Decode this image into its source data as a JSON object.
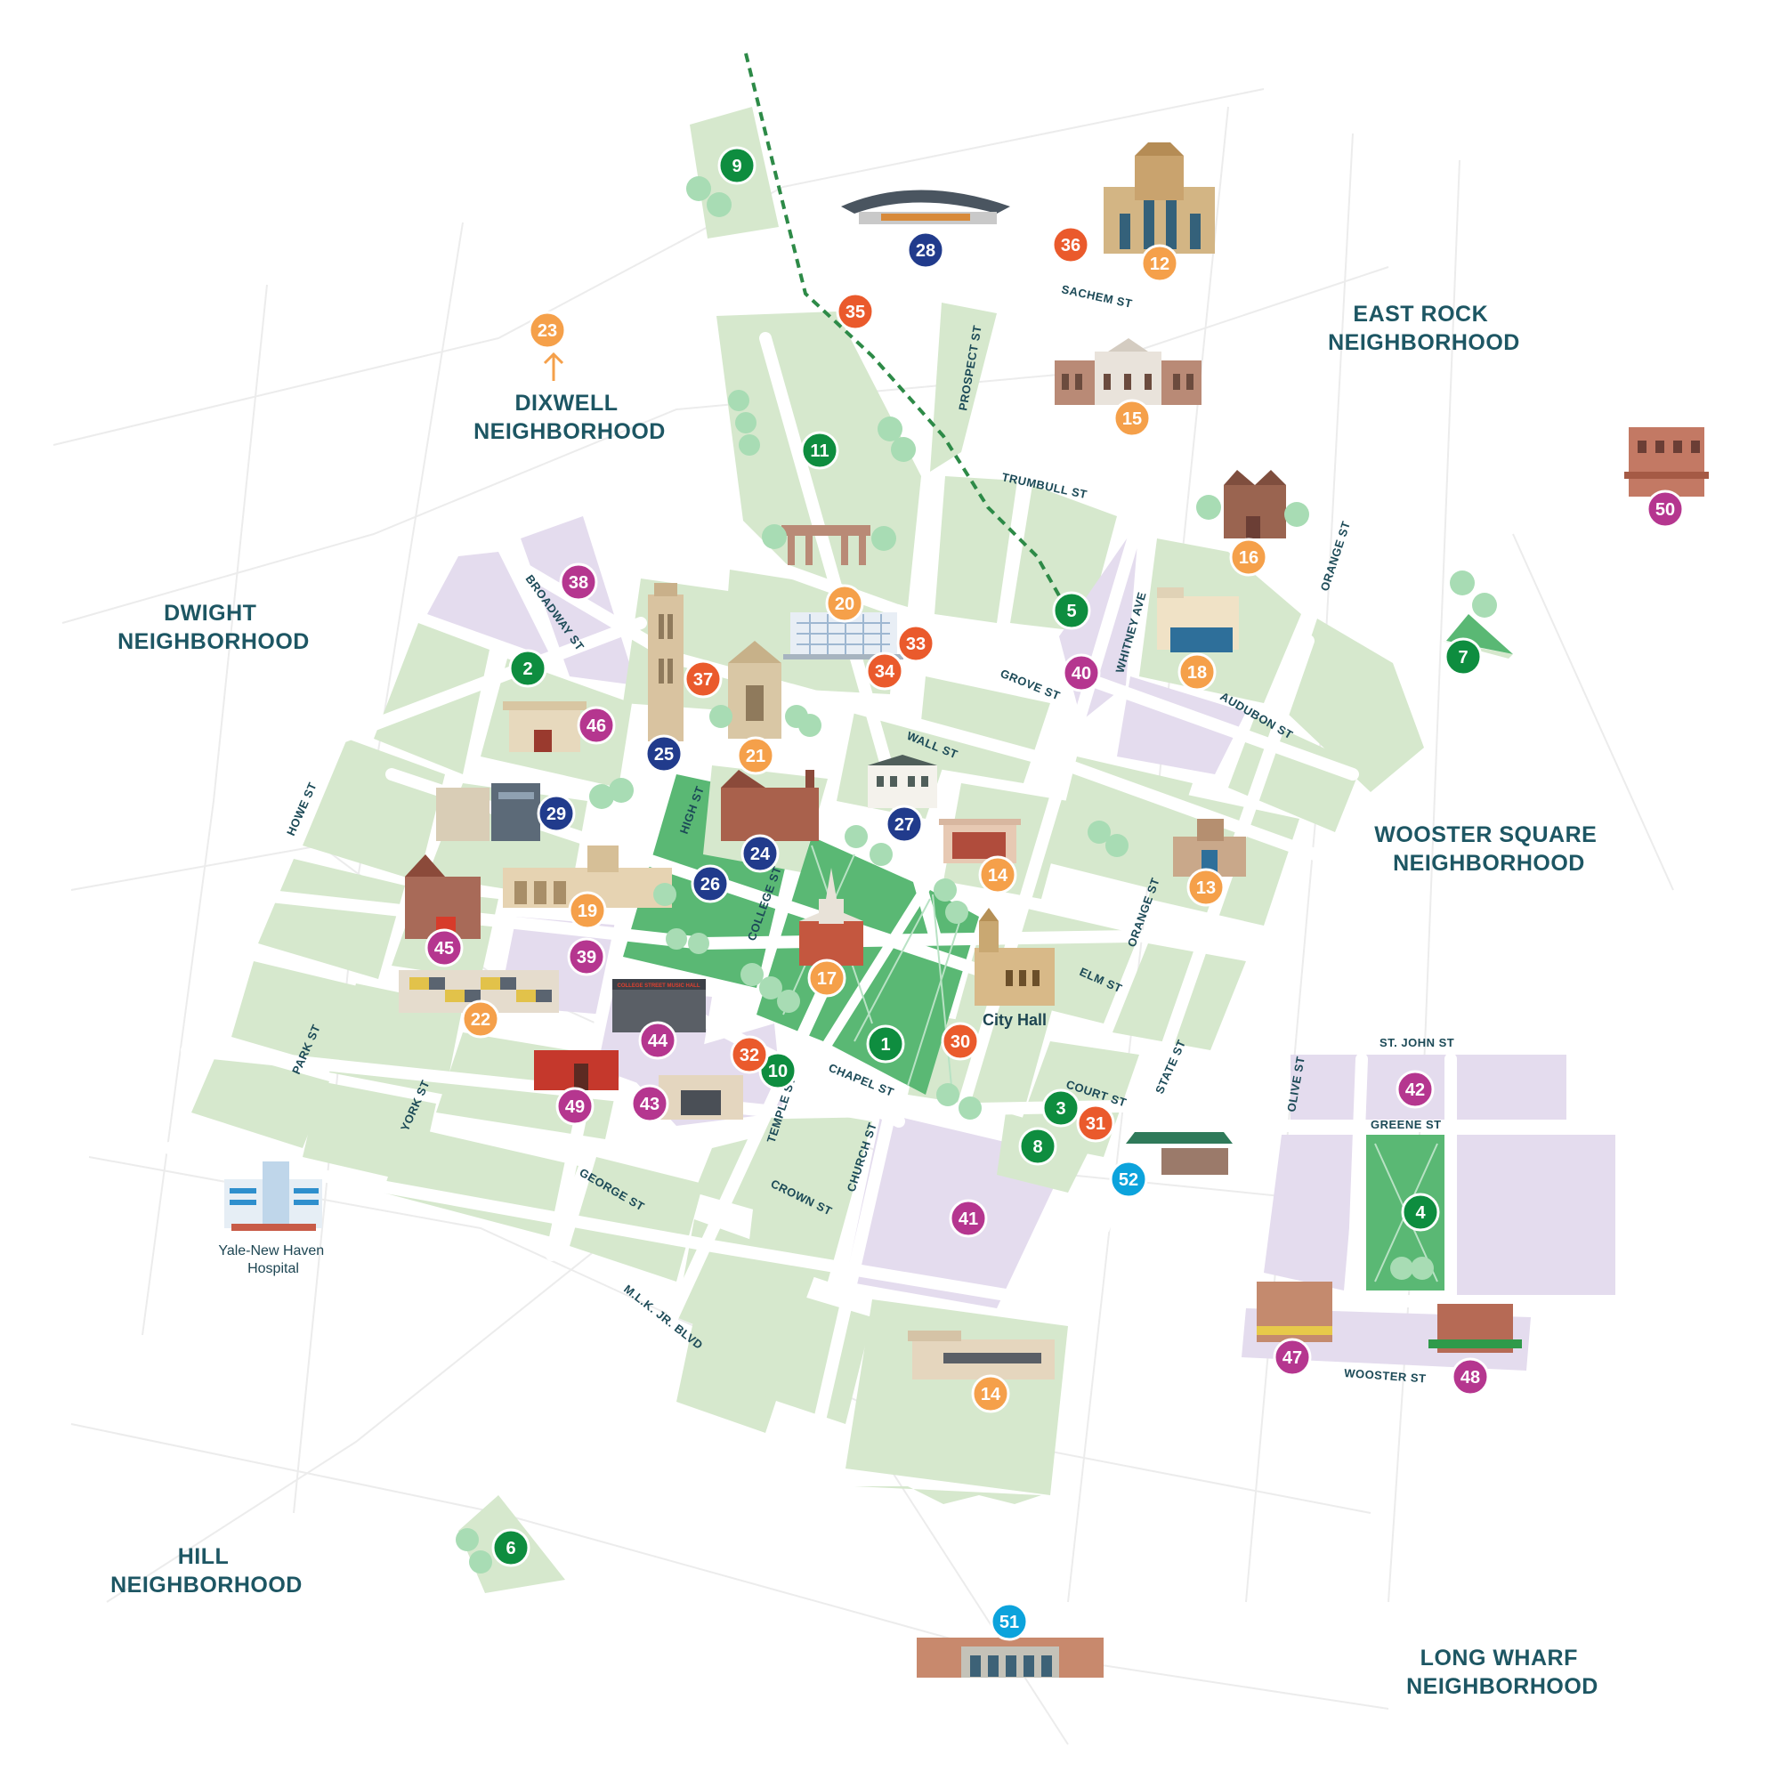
{
  "colors": {
    "block_green": "#d6e8cd",
    "park_green": "#5ab874",
    "block_purple": "#e4dcee",
    "street": "#ffffff",
    "trail": "#2d8a47",
    "label": "#1d5663",
    "cat_green": "#0e8d3f",
    "cat_navy": "#213b8c",
    "cat_orange": "#f5a04a",
    "cat_red": "#ea5a2c",
    "cat_magenta": "#b5368f",
    "cat_cyan": "#0ca3dc"
  },
  "neighborhoods": [
    "DIXWELL NEIGHBORHOOD",
    "EAST ROCK NEIGHBORHOOD",
    "DWIGHT NEIGHBORHOOD",
    "WOOSTER SQUARE NEIGHBORHOOD",
    "HILL NEIGHBORHOOD",
    "LONG WHARF NEIGHBORHOOD"
  ],
  "neighborhood_lines": [
    [
      "DIXWELL",
      "NEIGHBORHOOD"
    ],
    [
      "EAST ROCK",
      "NEIGHBORHOOD"
    ],
    [
      "DWIGHT",
      "NEIGHBORHOOD"
    ],
    [
      "WOOSTER SQUARE",
      "NEIGHBORHOOD"
    ],
    [
      "HILL",
      "NEIGHBORHOOD"
    ],
    [
      "LONG WHARF",
      "NEIGHBORHOOD"
    ]
  ],
  "streets": [
    "SACHEM ST",
    "PROSPECT ST",
    "TRUMBULL ST",
    "ORANGE ST",
    "BROADWAY ST",
    "WHITNEY AVE",
    "GROVE ST",
    "AUDUBON ST",
    "WALL ST",
    "HOWE ST",
    "HIGH ST",
    "COLLEGE ST",
    "ORANGE ST",
    "ELM ST",
    "PARK ST",
    "YORK ST",
    "CHAPEL ST",
    "TEMPLE ST",
    "COURT ST",
    "STATE ST",
    "ST. JOHN ST",
    "OLIVE ST",
    "GREENE ST",
    "GEORGE ST",
    "CROWN ST",
    "CHURCH ST",
    "M.L.K. JR. BLVD",
    "WOOSTER ST"
  ],
  "landmarks": {
    "city_hall": "City Hall",
    "hospital": [
      "Yale-New Haven",
      "Hospital"
    ],
    "sign_college_street": "COLLEGE STREET MUSIC HALL"
  },
  "markers": [
    {
      "num": "1",
      "cat": "green"
    },
    {
      "num": "2",
      "cat": "green"
    },
    {
      "num": "3",
      "cat": "green"
    },
    {
      "num": "4",
      "cat": "green"
    },
    {
      "num": "5",
      "cat": "green"
    },
    {
      "num": "6",
      "cat": "green"
    },
    {
      "num": "7",
      "cat": "green"
    },
    {
      "num": "8",
      "cat": "green"
    },
    {
      "num": "9",
      "cat": "green"
    },
    {
      "num": "10",
      "cat": "green"
    },
    {
      "num": "11",
      "cat": "green"
    },
    {
      "num": "12",
      "cat": "orange"
    },
    {
      "num": "13",
      "cat": "orange"
    },
    {
      "num": "14",
      "cat": "orange"
    },
    {
      "num": "14",
      "cat": "orange"
    },
    {
      "num": "15",
      "cat": "orange"
    },
    {
      "num": "16",
      "cat": "orange"
    },
    {
      "num": "17",
      "cat": "orange"
    },
    {
      "num": "18",
      "cat": "orange"
    },
    {
      "num": "19",
      "cat": "orange"
    },
    {
      "num": "20",
      "cat": "orange"
    },
    {
      "num": "21",
      "cat": "orange"
    },
    {
      "num": "22",
      "cat": "orange"
    },
    {
      "num": "23",
      "cat": "orange"
    },
    {
      "num": "24",
      "cat": "navy"
    },
    {
      "num": "25",
      "cat": "navy"
    },
    {
      "num": "26",
      "cat": "navy"
    },
    {
      "num": "27",
      "cat": "navy"
    },
    {
      "num": "28",
      "cat": "navy"
    },
    {
      "num": "29",
      "cat": "navy"
    },
    {
      "num": "30",
      "cat": "red"
    },
    {
      "num": "31",
      "cat": "red"
    },
    {
      "num": "32",
      "cat": "red"
    },
    {
      "num": "33",
      "cat": "red"
    },
    {
      "num": "34",
      "cat": "red"
    },
    {
      "num": "35",
      "cat": "red"
    },
    {
      "num": "36",
      "cat": "red"
    },
    {
      "num": "37",
      "cat": "red"
    },
    {
      "num": "38",
      "cat": "magenta"
    },
    {
      "num": "39",
      "cat": "magenta"
    },
    {
      "num": "40",
      "cat": "magenta"
    },
    {
      "num": "41",
      "cat": "magenta"
    },
    {
      "num": "42",
      "cat": "magenta"
    },
    {
      "num": "43",
      "cat": "magenta"
    },
    {
      "num": "44",
      "cat": "magenta"
    },
    {
      "num": "45",
      "cat": "magenta"
    },
    {
      "num": "46",
      "cat": "magenta"
    },
    {
      "num": "47",
      "cat": "magenta"
    },
    {
      "num": "48",
      "cat": "magenta"
    },
    {
      "num": "49",
      "cat": "magenta"
    },
    {
      "num": "50",
      "cat": "magenta"
    },
    {
      "num": "51",
      "cat": "cyan"
    },
    {
      "num": "52",
      "cat": "cyan"
    }
  ]
}
